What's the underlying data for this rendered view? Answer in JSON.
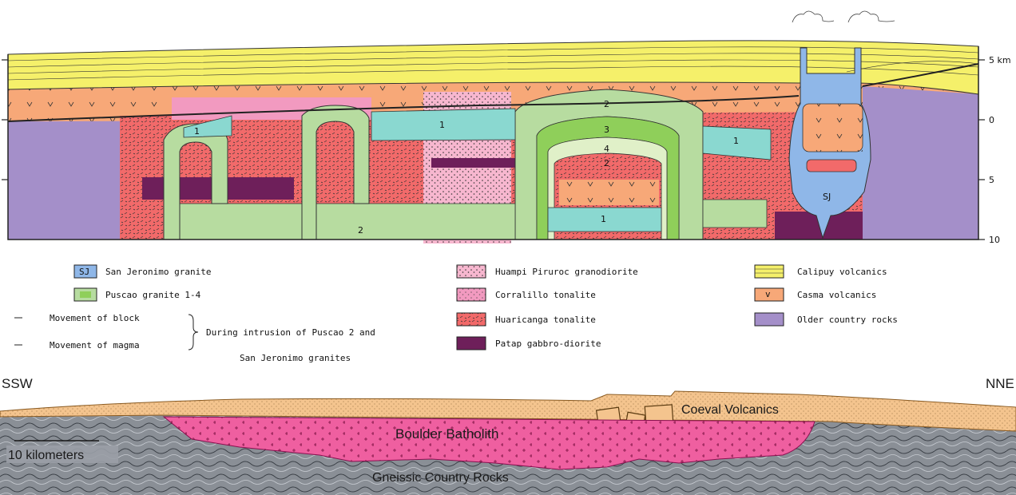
{
  "upper": {
    "scale_labels": [
      "5 km",
      "0",
      "5",
      "10"
    ],
    "granite_numbers": [
      "1",
      "1",
      "2",
      "3",
      "4",
      "2",
      "1",
      "1",
      "2"
    ],
    "sj_label": "SJ"
  },
  "legend": {
    "col1": [
      {
        "box": "SJ",
        "text": "San Jeronimo granite"
      },
      {
        "box": "",
        "text": "Puscao granite 1-4"
      }
    ],
    "arrows": [
      {
        "text": "Movement of block"
      },
      {
        "text": "Movement of magma"
      }
    ],
    "during_line1": "During intrusion of Puscao 2 and",
    "during_line2": "San Jeronimo granites",
    "col2": [
      {
        "text": "Huampi Piruroc granodiorite"
      },
      {
        "text": "Corralillo tonalite"
      },
      {
        "text": "Huaricanga tonalite"
      },
      {
        "text": "Patap gabbro-diorite"
      }
    ],
    "col3": [
      {
        "text": "Calipuy volcanics"
      },
      {
        "text": "Casma volcanics",
        "box": "v"
      },
      {
        "text": "Older country rocks"
      }
    ]
  },
  "colors": {
    "calipuy": "#f5f06a",
    "casma": "#f7a878",
    "older": "#a48fc9",
    "huaricanga": "#f26a6a",
    "corralillo": "#f29ac0",
    "huampi": "#f7b7cf",
    "patap": "#6e1f5a",
    "puscao": "#b7dca0",
    "puscao3": "#8fcf5a",
    "sanjeronimo": "#8fb7e8",
    "granite1": "#8ad8d0",
    "coeval": "#f4c48e",
    "batholith": "#ef5fa0",
    "gneiss": "#8a8f96"
  },
  "lower": {
    "left_dir": "SSW",
    "right_dir": "NNE",
    "coeval": "Coeval Volcanics",
    "batholith": "Boulder Batholith",
    "gneiss": "Gneissic Country Rocks",
    "scale": "10 kilometers"
  }
}
